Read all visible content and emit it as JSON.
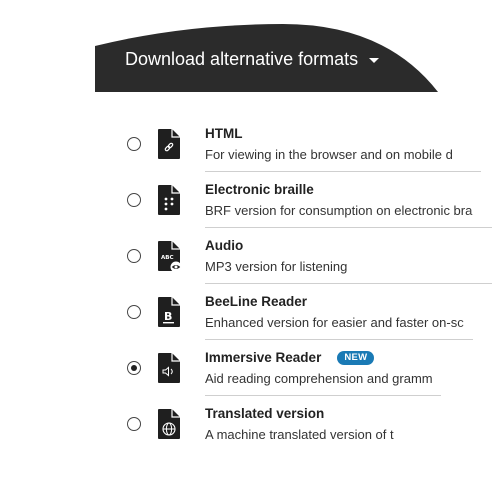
{
  "header": {
    "title": "Download alternative formats",
    "background_color": "#2b2b2b"
  },
  "formats": [
    {
      "title": "HTML",
      "description": "For viewing in the browser and on mobile d",
      "icon": "file-link-icon",
      "selected": false,
      "badge": ""
    },
    {
      "title": "Electronic braille",
      "description": "BRF version for consumption on electronic bra",
      "icon": "file-braille-icon",
      "selected": false,
      "badge": ""
    },
    {
      "title": "Audio",
      "description": "MP3 version for listening",
      "icon": "file-audio-icon",
      "selected": false,
      "badge": ""
    },
    {
      "title": "BeeLine Reader",
      "description": "Enhanced version for easier and faster on-sc",
      "icon": "file-beeline-icon",
      "selected": false,
      "badge": ""
    },
    {
      "title": "Immersive Reader",
      "description": "Aid reading comprehension and gramm",
      "icon": "file-immersive-icon",
      "selected": true,
      "badge": "NEW"
    },
    {
      "title": "Translated version",
      "description": "A machine translated version of t",
      "icon": "file-globe-icon",
      "selected": false,
      "badge": ""
    }
  ],
  "colors": {
    "badge": "#1a7ab5",
    "icon": "#1f1f1f",
    "divider": "#cfcfcf"
  }
}
